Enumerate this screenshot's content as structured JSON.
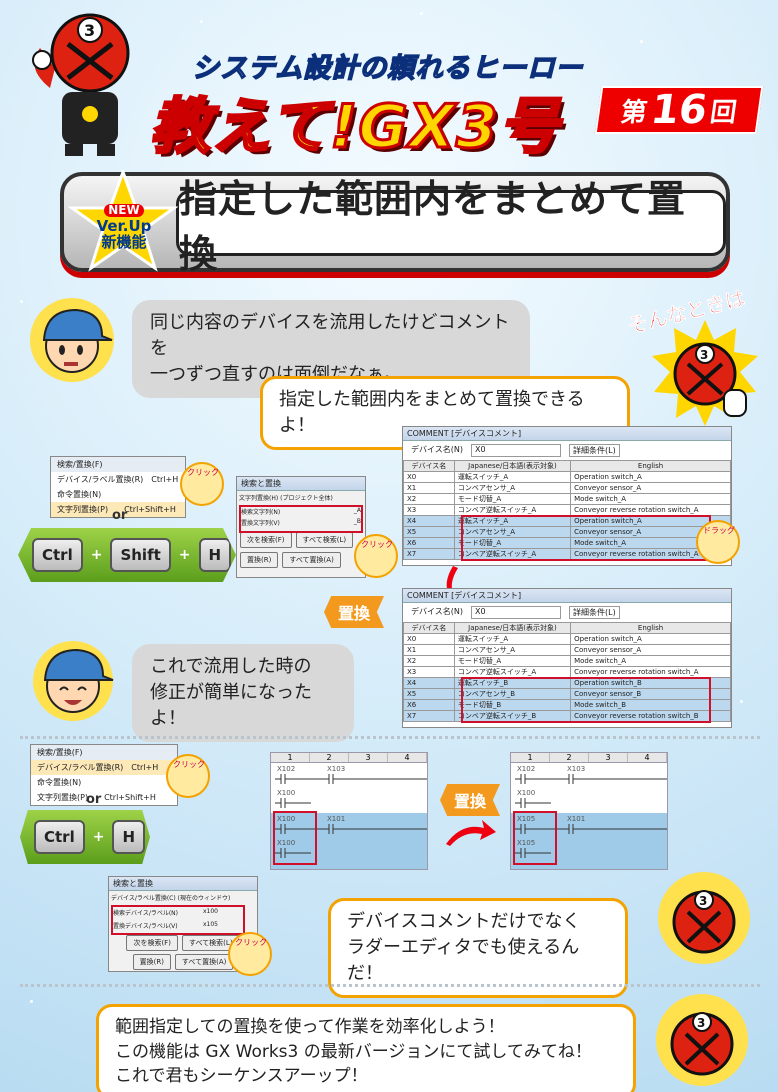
{
  "header": {
    "tagline": "システム設計の頼れるヒーロー",
    "title": "教えて!GX3号",
    "issue_prefix": "第",
    "issue_number": "16",
    "issue_suffix": "回"
  },
  "banner": {
    "badge_new": "NEW",
    "badge_ver": "Ver.Up",
    "badge_func": "新機能",
    "title": "指定した範囲内をまとめて置換"
  },
  "dialog1": {
    "user_lines": [
      "同じ内容のデバイスを流用したけどコメントを",
      "一つずつ直すのは面倒だなぁ。"
    ],
    "robot_exclaim": "そんなときは",
    "robot_reply": "指定した範囲内をまとめて置換できるよ！"
  },
  "menu1": {
    "header": "検索/置換(F)",
    "items": [
      "デバイス/ラベル置換(R)　Ctrl+H",
      "命令置換(N)",
      "文字列置換(P)　　Ctrl+Shift+H"
    ],
    "click": "クリック"
  },
  "or1": "or",
  "keys1": [
    "Ctrl",
    "Shift",
    "H"
  ],
  "search_dialog1": {
    "title": "検索と置換",
    "mode": "文字列置換(H)",
    "scope": "(プロジェクト全体)",
    "find_label": "検索文字列(N)",
    "find_value": "_A",
    "replace_label": "置換文字列(V)",
    "replace_value": "_B",
    "btn_next": "次を検索(F)",
    "btn_all_find": "すべて検索(L)",
    "btn_replace": "置換(R)",
    "btn_replace_all": "すべて置換(A)",
    "click": "クリック"
  },
  "comment_before": {
    "title": "COMMENT [デバイスコメント]",
    "device_label": "デバイス名(N)",
    "device_value": "X0",
    "detail": "詳細条件(L)",
    "columns": [
      "デバイス名",
      "Japanese/日本語(表示対象)",
      "English"
    ],
    "rows": [
      [
        "X0",
        "運転スイッチ_A",
        "Operation switch_A"
      ],
      [
        "X1",
        "コンベアセンサ_A",
        "Conveyor sensor_A"
      ],
      [
        "X2",
        "モード切替_A",
        "Mode switch_A"
      ],
      [
        "X3",
        "コンベア逆転スイッチ_A",
        "Conveyor reverse rotation switch_A"
      ],
      [
        "X4",
        "運転スイッチ_A",
        "Operation switch_A"
      ],
      [
        "X5",
        "コンベアセンサ_A",
        "Conveyor sensor_A"
      ],
      [
        "X6",
        "モード切替_A",
        "Mode switch_A"
      ],
      [
        "X7",
        "コンベア逆転スイッチ_A",
        "Conveyor reverse rotation switch_A"
      ]
    ],
    "drag": "ドラッグ"
  },
  "replace_badge": "置換",
  "comment_after": {
    "title": "COMMENT [デバイスコメント]",
    "device_label": "デバイス名(N)",
    "device_value": "X0",
    "detail": "詳細条件(L)",
    "columns": [
      "デバイス名",
      "Japanese/日本語(表示対象)",
      "English"
    ],
    "rows": [
      [
        "X0",
        "運転スイッチ_A",
        "Operation switch_A"
      ],
      [
        "X1",
        "コンベアセンサ_A",
        "Conveyor sensor_A"
      ],
      [
        "X2",
        "モード切替_A",
        "Mode switch_A"
      ],
      [
        "X3",
        "コンベア逆転スイッチ_A",
        "Conveyor reverse rotation switch_A"
      ],
      [
        "X4",
        "運転スイッチ_B",
        "Operation switch_B"
      ],
      [
        "X5",
        "コンベアセンサ_B",
        "Conveyor sensor_B"
      ],
      [
        "X6",
        "モード切替_B",
        "Mode switch_B"
      ],
      [
        "X7",
        "コンベア逆転スイッチ_B",
        "Conveyor reverse rotation switch_B"
      ]
    ]
  },
  "dialog2": {
    "user_lines": [
      "これで流用した時の",
      "修正が簡単になったよ！"
    ]
  },
  "menu2": {
    "header": "検索/置換(F)",
    "items": [
      "デバイス/ラベル置換(R)　Ctrl+H",
      "命令置換(N)",
      "文字列置換(P)　　Ctrl+Shift+H"
    ],
    "click": "クリック"
  },
  "or2": "or",
  "keys2": [
    "Ctrl",
    "H"
  ],
  "ladder_before": {
    "cols": [
      "1",
      "2",
      "3",
      "4"
    ],
    "contacts": [
      "X102",
      "X103",
      "X100",
      "X100",
      "X101",
      "X100"
    ]
  },
  "ladder_after": {
    "cols": [
      "1",
      "2",
      "3",
      "4"
    ],
    "contacts": [
      "X102",
      "X103",
      "X100",
      "X105",
      "X101",
      "X105"
    ]
  },
  "replace_badge2": "置換",
  "search_dialog2": {
    "title": "検索と置換",
    "mode": "デバイス/ラベル置換(C)",
    "scope": "(現在のウィンドウ)",
    "find_label": "検索デバイス/ラベル(N)",
    "find_value": "x100",
    "replace_label": "置換デバイス/ラベル(V)",
    "replace_value": "x105",
    "btn_next": "次を検索(F)",
    "btn_all_find": "すべて検索(L)",
    "btn_replace": "置換(R)",
    "btn_replace_all": "すべて置換(A)",
    "click": "クリック"
  },
  "robot_reply2": [
    "デバイスコメントだけでなく",
    "ラダーエディタでも使えるんだ！"
  ],
  "footer_lines": [
    "範囲指定しての置換を使って作業を効率化しよう！",
    "この機能は GX Works3 の最新バージョンにて試してみてね！",
    "これで君もシーケンスアーップ！"
  ],
  "colors": {
    "accent_red": "#e00000",
    "accent_yellow": "#ffd600",
    "accent_orange": "#f3a200",
    "key_green": "#7ab832",
    "selection_blue": "#bcd8ef"
  }
}
